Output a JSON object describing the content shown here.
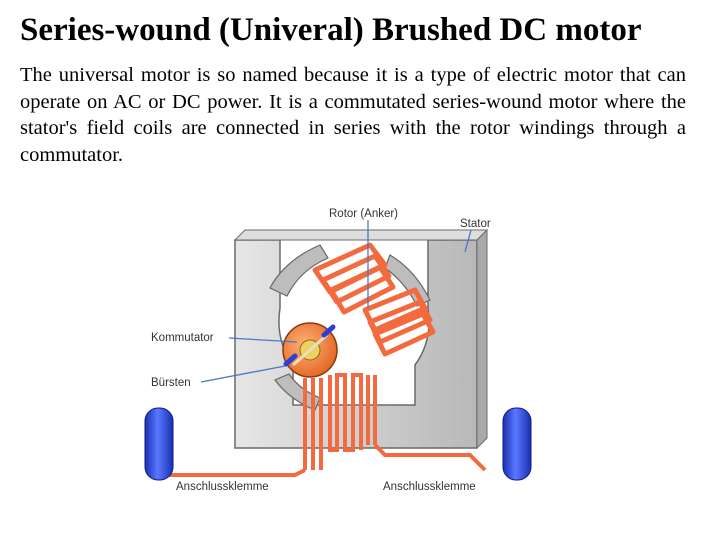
{
  "slide": {
    "title": "Series-wound (Univeral) Brushed DC motor",
    "body": "The universal motor is so named because it is a type of electric motor that can operate on AC or DC power. It is a commutated series-wound motor where the stator's field coils are connected in series with the rotor windings through a commutator."
  },
  "diagram": {
    "labels": {
      "rotor": "Rotor (Anker)",
      "stator": "Stator",
      "commutator": "Kommutator",
      "brushes": "Bürsten",
      "terminal_left": "Anschlussklemme",
      "terminal_right": "Anschlussklemme"
    },
    "colors": {
      "stator": "#c8c8c8",
      "winding": "#f26a3d",
      "terminal": "#2a3fd6",
      "leader": "#4a78c8",
      "label": "#333333"
    }
  }
}
